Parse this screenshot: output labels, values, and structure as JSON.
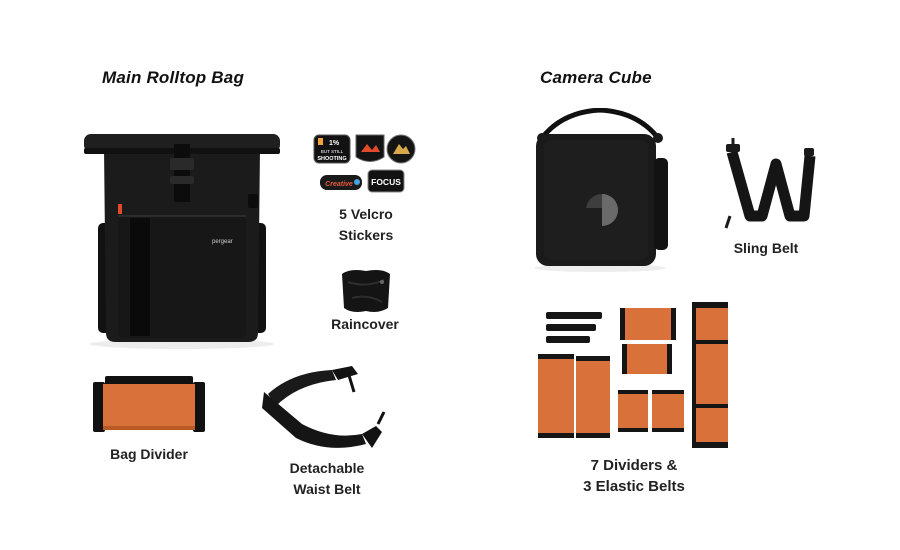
{
  "sections": {
    "left_heading": "Main Rolltop Bag",
    "right_heading": "Camera Cube"
  },
  "items": {
    "stickers_line1": "5 Velcro",
    "stickers_line2": "Stickers",
    "raincover": "Raincover",
    "bag_divider": "Bag Divider",
    "waist_belt_line1": "Detachable",
    "waist_belt_line2": "Waist Belt",
    "sling_belt": "Sling Belt",
    "dividers_line1": "7 Dividers &",
    "dividers_line2": "3 Elastic Belts"
  },
  "stickers": {
    "s1_line1": "1%",
    "s1_line2": "BUT STILL",
    "s1_line3": "SHOOTING",
    "s4": "Creative",
    "s5": "FOCUS"
  },
  "bag_brand": "pergear",
  "colors": {
    "orange": "#d9723a",
    "black": "#161616",
    "accent_red": "#e24b2a"
  }
}
